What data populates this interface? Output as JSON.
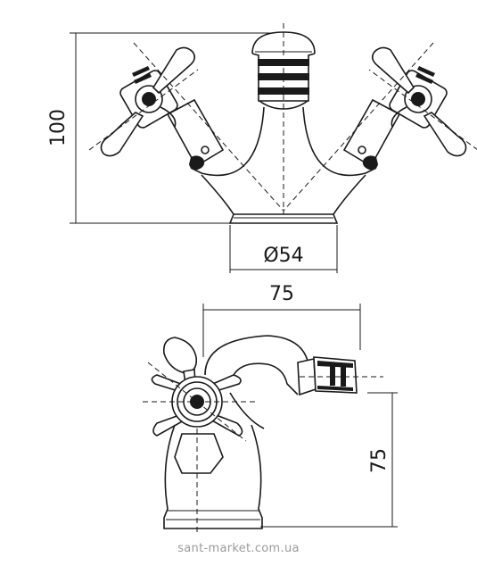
{
  "dimensions": {
    "height_top": "100",
    "base_diameter": "Ø54",
    "width_bottom": "75",
    "height_bottom": "75"
  },
  "watermark": "sant-market.com.ua"
}
